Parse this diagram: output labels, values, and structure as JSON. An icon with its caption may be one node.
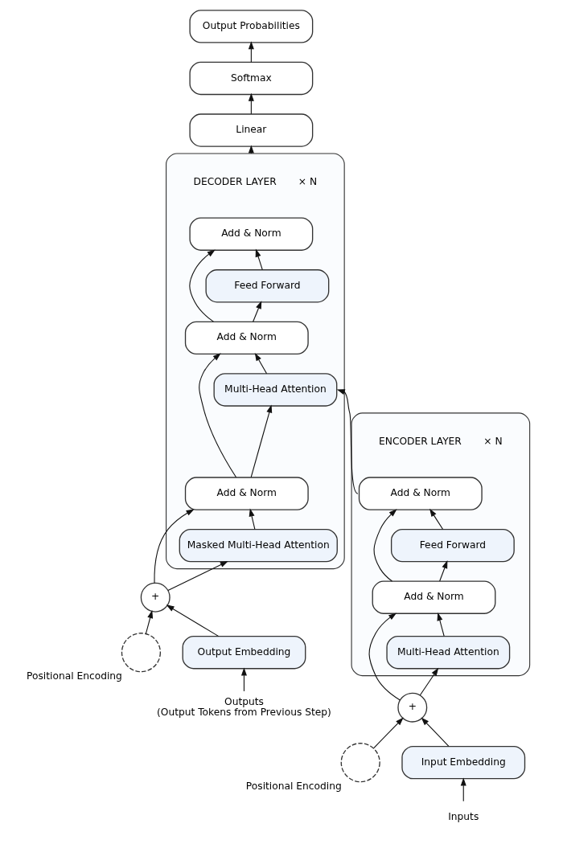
{
  "diagram": {
    "nodes": [
      {
        "text": [
          "Output Probabilities"
        ]
      },
      {
        "text": [
          "Softmax"
        ]
      },
      {
        "text": [
          "Linear"
        ]
      },
      {
        "text": [
          "DECODER LAYER",
          "× N"
        ]
      },
      {
        "text": [
          "Add & Norm"
        ],
        "in": 3
      },
      {
        "text": [
          "Feed Forward"
        ],
        "in": 3
      },
      {
        "text": [
          "Add & Norm"
        ],
        "in": 3
      },
      {
        "text": [
          "Multi-Head Attention"
        ],
        "in": 3
      },
      {
        "text": [
          "Add & Norm"
        ],
        "in": 3
      },
      {
        "text": [
          "Masked Multi-Head Attention"
        ],
        "in": 3
      },
      {
        "text": [
          "ENCODER LAYER",
          "× N"
        ]
      },
      {
        "text": [
          "Add & Norm"
        ],
        "in": 10
      },
      {
        "text": [
          "Feed Forward"
        ],
        "in": 10
      },
      {
        "text": [
          "Add & Norm"
        ],
        "in": 10
      },
      {
        "text": [
          "Multi-Head Attention"
        ],
        "in": 10
      },
      {
        "text": [],
        "shape": "circle",
        "beside": [
          "Positional Encoding"
        ]
      },
      {
        "text": [
          "+"
        ]
      },
      {
        "text": [
          "Input Embedding"
        ]
      },
      {
        "text": [
          "Inputs"
        ]
      },
      {
        "text": [
          "+"
        ]
      },
      {
        "text": [],
        "shape": "circle",
        "beside": [
          "Positional Encoding"
        ]
      },
      {
        "text": [
          "Output Embedding"
        ]
      },
      {
        "text": [
          "Outputs",
          "(Output Tokens from Previous Step)"
        ]
      }
    ],
    "edges": [
      {
        "from": 18,
        "to": 17,
        "arrow": "to"
      },
      {
        "from": 17,
        "to": 16,
        "arrow": "to"
      },
      {
        "from": 15,
        "to": 16,
        "arrow": "to"
      },
      {
        "from": 16,
        "to": 14,
        "arrow": "to"
      },
      {
        "from": 16,
        "to": 13,
        "arrow": "to"
      },
      {
        "from": 14,
        "to": 13,
        "arrow": "to"
      },
      {
        "from": 13,
        "to": 12,
        "arrow": "to"
      },
      {
        "from": 13,
        "to": 11,
        "arrow": "to"
      },
      {
        "from": 12,
        "to": 11,
        "arrow": "to"
      },
      {
        "from": 11,
        "to": 7,
        "arrow": "to"
      },
      {
        "from": 22,
        "to": 21,
        "arrow": "to"
      },
      {
        "from": 21,
        "to": 19,
        "arrow": "to"
      },
      {
        "from": 20,
        "to": 19,
        "arrow": "to"
      },
      {
        "from": 19,
        "to": 9,
        "arrow": "to"
      },
      {
        "from": 19,
        "to": 8,
        "arrow": "to"
      },
      {
        "from": 9,
        "to": 8,
        "arrow": "to"
      },
      {
        "from": 8,
        "to": 7,
        "arrow": "to"
      },
      {
        "from": 8,
        "to": 6,
        "arrow": "to"
      },
      {
        "from": 7,
        "to": 6,
        "arrow": "to"
      },
      {
        "from": 6,
        "to": 5,
        "arrow": "to"
      },
      {
        "from": 6,
        "to": 4,
        "arrow": "to"
      },
      {
        "from": 5,
        "to": 4,
        "arrow": "to"
      },
      {
        "from": 3,
        "to": 2,
        "arrow": "to"
      },
      {
        "from": 2,
        "to": 1,
        "arrow": "to"
      },
      {
        "from": 1,
        "to": 0,
        "arrow": "to"
      }
    ]
  }
}
